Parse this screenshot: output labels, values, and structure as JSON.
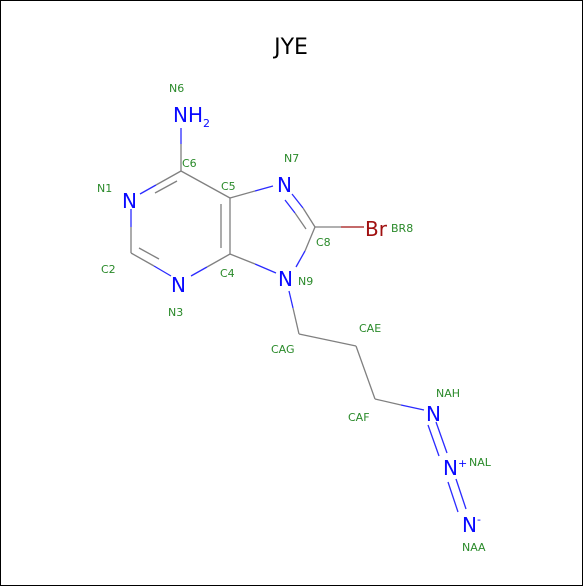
{
  "title": "JYE",
  "colors": {
    "nitrogen": "#0a0aff",
    "bromine": "#a01010",
    "carbon_bond": "#808080",
    "atom_label": "#2a8a2a",
    "frame": "#000000"
  },
  "atoms": {
    "n6_symbol": "NH",
    "n6_sub": "2",
    "n1_symbol": "N",
    "n3_symbol": "N",
    "n7_symbol": "N",
    "n9_symbol": "N",
    "br_symbol": "Br",
    "nah_symbol": "N",
    "nal_symbol": "N",
    "nal_charge": "+",
    "naa_symbol": "N",
    "naa_charge": "-"
  },
  "labels": {
    "n6": "N6",
    "c6": "C6",
    "n1": "N1",
    "c5": "C5",
    "n7": "N7",
    "c2": "C2",
    "c8": "C8",
    "br8": "BR8",
    "c4": "C4",
    "n9": "N9",
    "n3": "N3",
    "cae": "CAE",
    "cag": "CAG",
    "nah": "NAH",
    "caf": "CAF",
    "nal": "NAL",
    "naa": "NAA"
  }
}
